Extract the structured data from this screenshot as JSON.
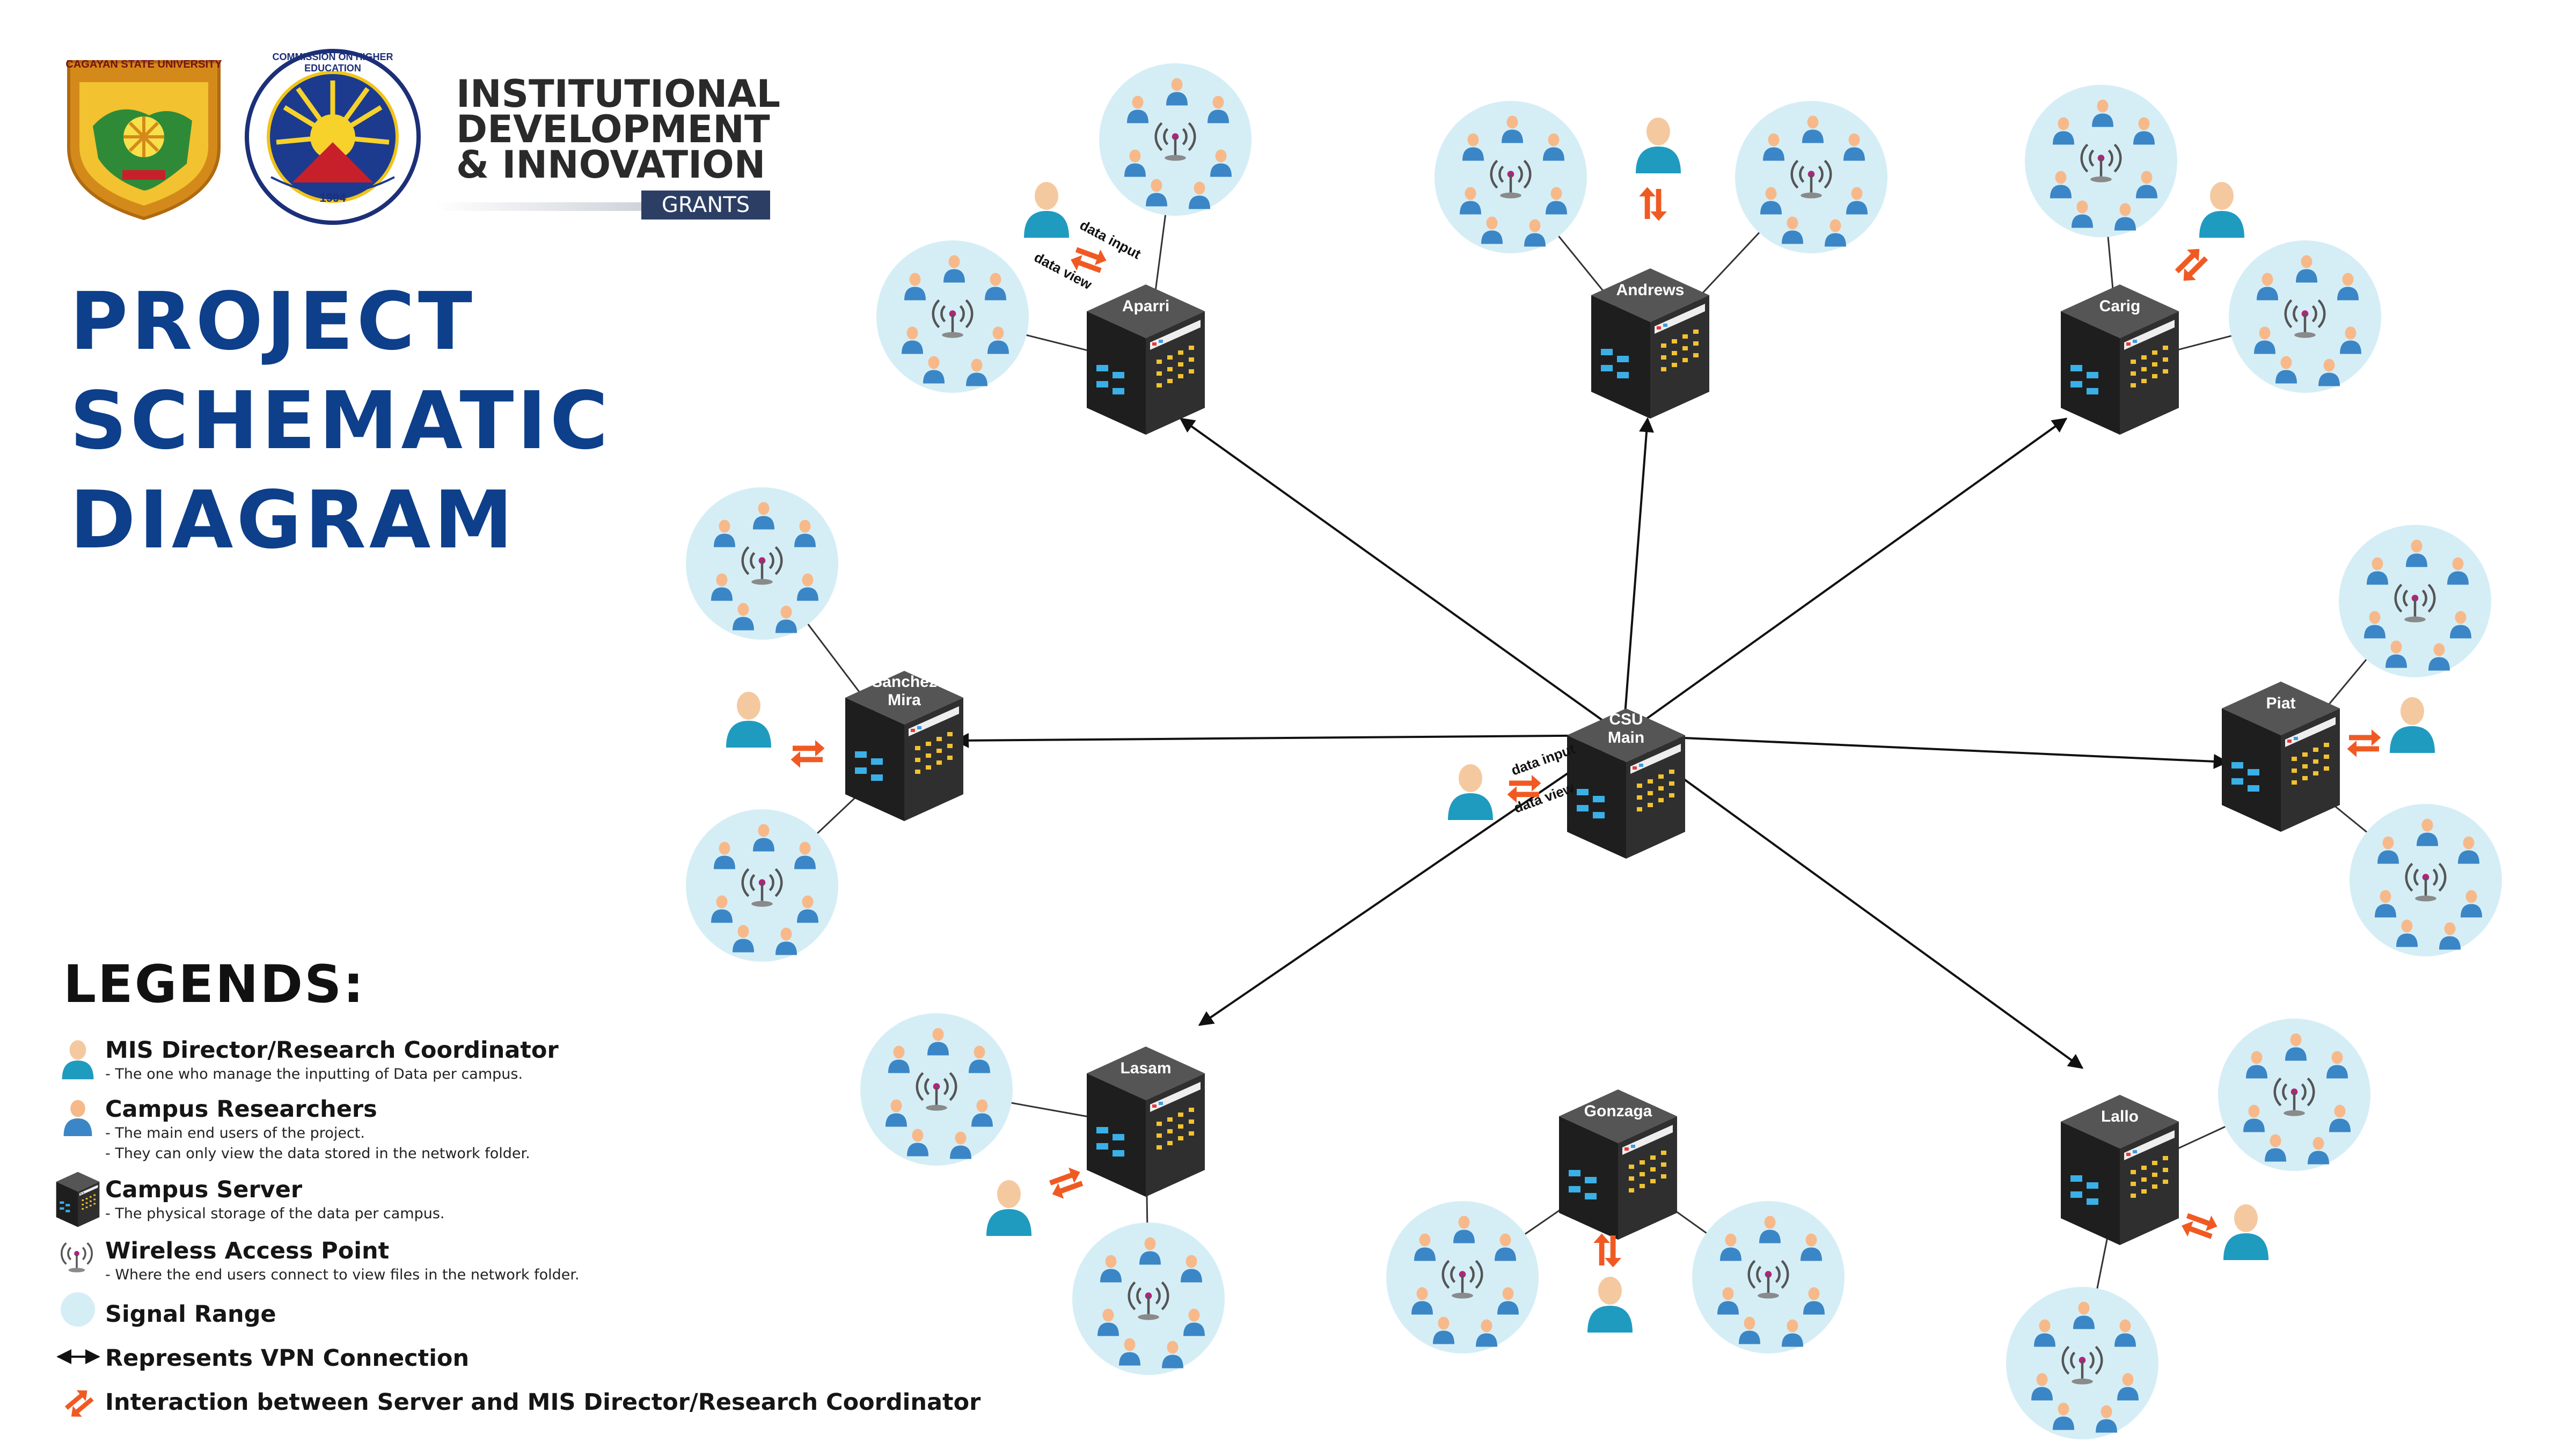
{
  "header": {
    "logos": [
      {
        "name": "Cagayan State University seal",
        "ring_text": "CAGAYAN STATE UNIVERSITY"
      },
      {
        "name": "Commission on Higher Education seal",
        "ring_text": "COMMISSION ON HIGHER EDUCATION",
        "year": "1994"
      }
    ],
    "idig_logo": {
      "line1": "INSTITUTIONAL",
      "line2": "DEVELOPMENT",
      "line3": "& INNOVATION",
      "badge": "GRANTS"
    },
    "title_lines": [
      "PROJECT",
      "SCHEMATIC",
      "DIAGRAM"
    ]
  },
  "diagram": {
    "center_node": {
      "label": "CSU Main",
      "link_labels": [
        "data input",
        "data view"
      ]
    },
    "campuses": [
      {
        "label": "Aparri",
        "link_labels": [
          "data input",
          "data view"
        ]
      },
      {
        "label": "Andrews"
      },
      {
        "label": "Carig"
      },
      {
        "label": "Sanchez Mira"
      },
      {
        "label": "Piat"
      },
      {
        "label": "Lasam"
      },
      {
        "label": "Gonzaga"
      },
      {
        "label": "Lallo"
      }
    ],
    "colors": {
      "signal_range": "#d5eef6",
      "server_body": "#2b2b2b",
      "server_top": "#555555",
      "user_skin": "#f5c9a0",
      "user_shirt": "#1f9bc0",
      "researcher_shirt": "#3b86c6",
      "interaction_arrow": "#f05a22",
      "vpn_line": "#111111"
    }
  },
  "legend": {
    "heading": "LEGENDS:",
    "items": [
      {
        "icon": "mis-director-icon",
        "label": "MIS Director/Research Coordinator",
        "desc": [
          "- The one who manage the inputting of Data per campus."
        ]
      },
      {
        "icon": "campus-researcher-icon",
        "label": "Campus Researchers",
        "desc": [
          "- The main end users of the project.",
          "- They can only view the data stored in the network folder."
        ]
      },
      {
        "icon": "campus-server-icon",
        "label": "Campus Server",
        "desc": [
          "- The physical storage of the data per campus."
        ]
      },
      {
        "icon": "wireless-access-point-icon",
        "label": "Wireless Access Point",
        "desc": [
          "- Where the end users connect to view files in the network folder."
        ]
      },
      {
        "icon": "signal-range-icon",
        "label": "Signal Range",
        "desc": []
      },
      {
        "icon": "vpn-connection-icon",
        "label": "Represents VPN Connection",
        "desc": []
      },
      {
        "icon": "interaction-arrows-icon",
        "label": "Interaction between Server and MIS Director/Research Coordinator",
        "desc": []
      }
    ]
  }
}
